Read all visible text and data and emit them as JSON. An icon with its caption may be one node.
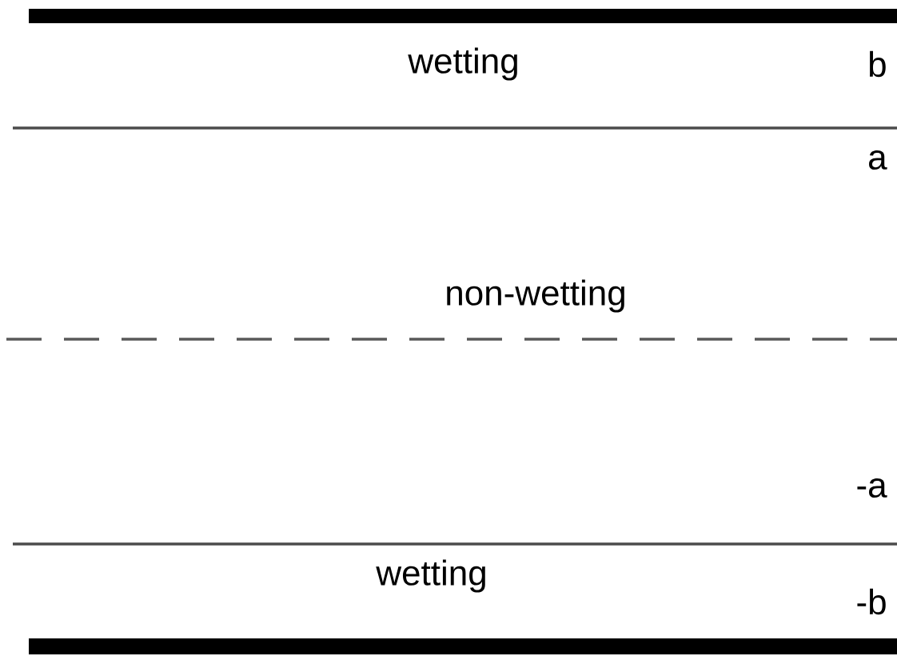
{
  "diagram": {
    "labels": [
      "wetting",
      "b",
      "a",
      "non-wetting",
      "-a",
      "wetting",
      "-b"
    ]
  }
}
